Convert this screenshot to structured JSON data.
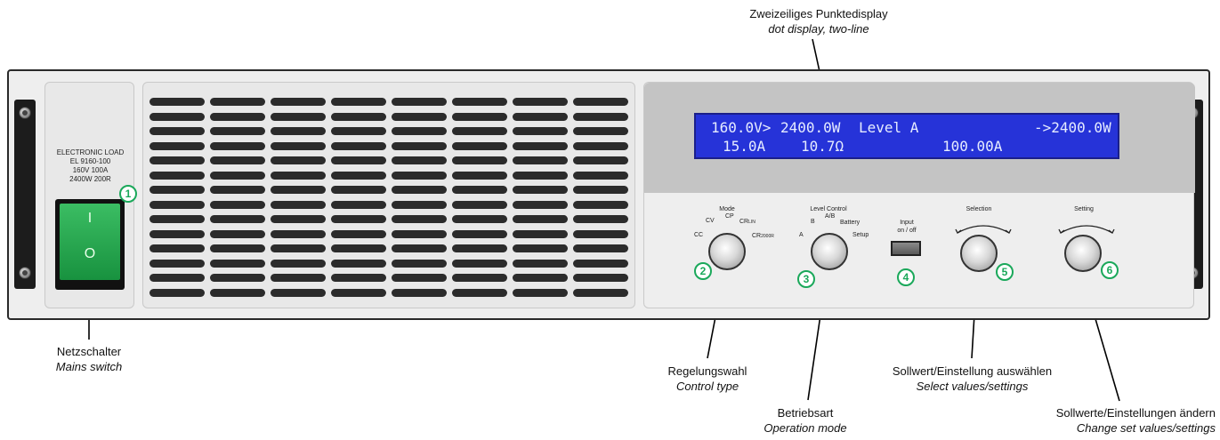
{
  "callouts": {
    "display": {
      "de": "Zweizeiliges Punktedisplay",
      "en": "dot display, two-line"
    },
    "mains": {
      "de": "Netzschalter",
      "en": "Mains switch"
    },
    "control": {
      "de": "Regelungswahl",
      "en": "Control type"
    },
    "mode": {
      "de": "Betriebsart",
      "en": "Operation mode"
    },
    "select": {
      "de": "Sollwert/Einstellung auswählen",
      "en": "Select values/settings"
    },
    "change": {
      "de": "Sollwerte/Einstellungen ändern",
      "en": "Change set values/settings"
    }
  },
  "device": {
    "model_lines": [
      "ELECTRONIC LOAD",
      "EL 9160-100",
      "160V 100A",
      "2400W 200R"
    ],
    "switch": {
      "on": "I",
      "off": "O"
    }
  },
  "lcd": {
    "line1": {
      "voltage": "160.0V>",
      "power": "2400.0W",
      "level": "Level A",
      "arrow_power": "->2400.0W"
    },
    "line2": {
      "current": "15.0A",
      "resistance": "10.7Ω",
      "current_set": "100.00A"
    }
  },
  "controls": {
    "mode": {
      "title": "Mode",
      "labels": {
        "cc": "CC",
        "cv": "CV",
        "cp": "CP",
        "cr_lin": "CRLIN",
        "cr_sub": "LIN",
        "cr2": "CR",
        "cr2_sub": "2000R"
      }
    },
    "level": {
      "title": "Level Control",
      "labels": {
        "a": "A",
        "b": "B",
        "ab": "A/B",
        "battery": "Battery",
        "setup": "Setup"
      }
    },
    "input": {
      "line1": "Input",
      "line2": "on / off"
    },
    "selection": {
      "title": "Selection"
    },
    "setting": {
      "title": "Setting"
    }
  },
  "badges": [
    "1",
    "2",
    "3",
    "4",
    "5",
    "6"
  ]
}
